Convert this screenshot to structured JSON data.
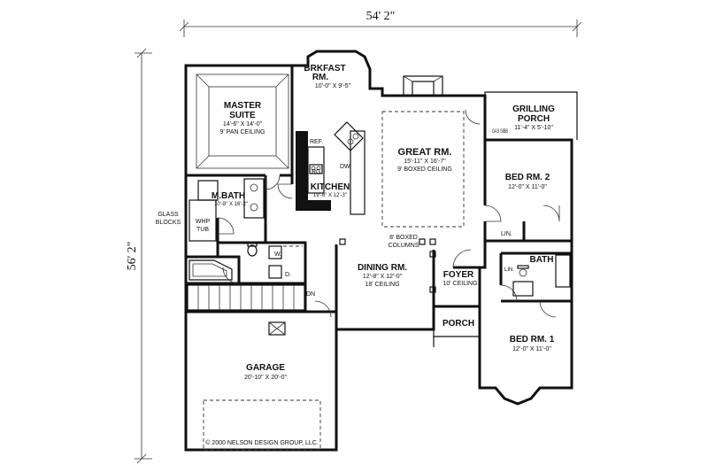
{
  "dimensions": {
    "width": "54' 2\"",
    "height": "56' 2\""
  },
  "rooms": {
    "brkfast": {
      "name1": "BRKFAST",
      "name2": "RM.",
      "size": "10'-0\" X 9'-5\""
    },
    "master": {
      "name1": "MASTER",
      "name2": "SUITE",
      "size": "14'-6\" X 14'-0\"",
      "note": "9' PAN CEILING"
    },
    "grilling": {
      "name1": "GRILLING",
      "name2": "PORCH",
      "size": "11'-4\" X 5'-10\""
    },
    "great": {
      "name": "GREAT RM.",
      "size": "15'-11\" X 16'-7\"",
      "note": "9' BOXED CEILING"
    },
    "bed2": {
      "name": "BED RM. 2",
      "size": "12'-0\" X 11'-0\""
    },
    "mbath": {
      "name": "M.BATH",
      "size": "10'-8\" X 16'-2\""
    },
    "kitchen": {
      "name": "KITCHEN",
      "size": "19'-6\" X 12'-3\""
    },
    "dining": {
      "name": "DINING RM.",
      "size": "12'-8\" X 12'-0\"",
      "note": "18' CEILING"
    },
    "foyer": {
      "name": "FOYER",
      "note": "10' CEILING"
    },
    "bath": {
      "name": "BATH"
    },
    "porch": {
      "name": "PORCH"
    },
    "bed1": {
      "name": "BED RM. 1",
      "size": "12'-0\" X 11'-0\""
    },
    "garage": {
      "name": "GARAGE",
      "size": "20'-10\" X 20'-0\""
    }
  },
  "labels": {
    "gas_sibb": "GAS SIBB",
    "ref": "REF.",
    "rg": "RG.",
    "dw": "DW",
    "glass1": "GLASS",
    "glass2": "BLOCKS",
    "whp1": "WHP",
    "whp2": "TUB",
    "columns1": "8' BOXED",
    "columns2": "COLUMNS",
    "lin_left": "LIN.",
    "lin_right": "LIN.",
    "washer": "W.",
    "dryer": "D.",
    "dn": "DN"
  },
  "copyright": "© 2000 NELSON DESIGN GROUP, LLC."
}
